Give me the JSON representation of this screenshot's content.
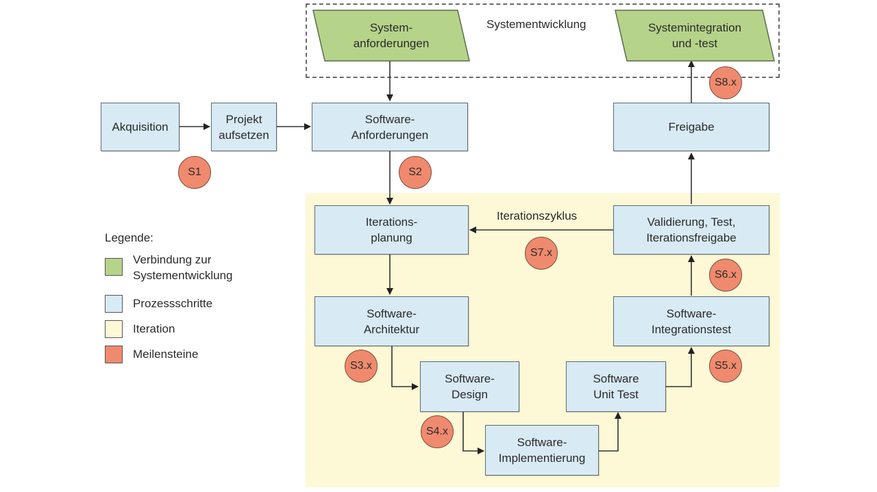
{
  "colors": {
    "system_link": "#b6d38a",
    "process_step": "#d8eaf4",
    "iteration": "#fdf8d6",
    "milestone": "#ef8a6e"
  },
  "system_development": {
    "title": "Systementwicklung",
    "system_requirements": "System-\nanforderungen",
    "system_integration": "Systemintegration\nund -test"
  },
  "steps": {
    "acquisition": "Akquisition",
    "project_setup": "Projekt\naufsetzen",
    "software_requirements": "Software-\nAnforderungen",
    "iteration_planning": "Iterations-\nplanung",
    "software_architecture": "Software-\nArchitektur",
    "software_design": "Software-\nDesign",
    "software_implementation": "Software-\nImplementierung",
    "software_unit_test": "Software\nUnit Test",
    "software_integration_test": "Software-\nIntegrationstest",
    "validation": "Validierung, Test,\nIterationsfreigabe",
    "release": "Freigabe"
  },
  "iteration_cycle_label": "Iterationszyklus",
  "milestones": {
    "s1": "S1",
    "s2": "S2",
    "s3": "S3.x",
    "s4": "S4.x",
    "s5": "S5.x",
    "s6": "S6.x",
    "s7": "S7.x",
    "s8": "S8.x"
  },
  "legend": {
    "title": "Legende:",
    "items": [
      {
        "label": "Verbindung zur\nSystementwicklung",
        "color": "#b6d38a"
      },
      {
        "label": "Prozessschritte",
        "color": "#d8eaf4"
      },
      {
        "label": "Iteration",
        "color": "#fdf8d6"
      },
      {
        "label": "Meilensteine",
        "color": "#ef8a6e"
      }
    ]
  }
}
